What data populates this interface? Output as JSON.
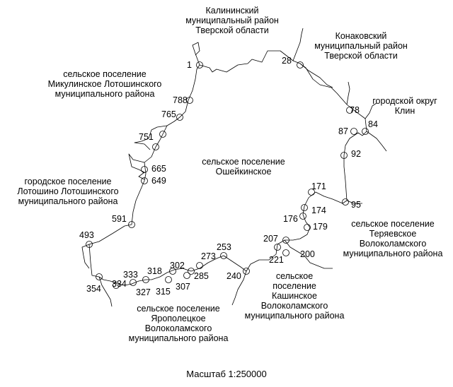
{
  "regions": {
    "kalinin": [
      "Калининский",
      "муниципальный район",
      "Тверской области"
    ],
    "konakovo": [
      "Конаковский",
      "муниципальный район",
      "Тверской области"
    ],
    "mikulino": [
      "сельское поселение",
      "Микулинское Лотошинского",
      "муниципального района"
    ],
    "klin": [
      "городской округ",
      "Клин"
    ],
    "osheikino": [
      "сельское поселение",
      "Ошейкинское"
    ],
    "lotoshino": [
      "городское поселение",
      "Лотошино Лотошинского",
      "муниципального района"
    ],
    "teryaevo": [
      "сельское поселение",
      "Теряевское",
      "Волоколамского",
      "муниципального района"
    ],
    "kashino": [
      "сельское",
      "поселение",
      "Кашинское",
      "Волоколамского",
      "муниципального района"
    ],
    "yaropolets": [
      "сельское поселение",
      "Ярополецкое",
      "Волоколамского",
      "муниципального района"
    ]
  },
  "points": [
    "1",
    "28",
    "788",
    "765",
    "751",
    "78",
    "87",
    "84",
    "92",
    "665",
    "649",
    "171",
    "95",
    "174",
    "176",
    "179",
    "591",
    "493",
    "207",
    "253",
    "221",
    "200",
    "273",
    "302",
    "285",
    "318",
    "240",
    "333",
    "334",
    "307",
    "327",
    "315",
    "354"
  ],
  "scale_label": "Масштаб 1:250000"
}
